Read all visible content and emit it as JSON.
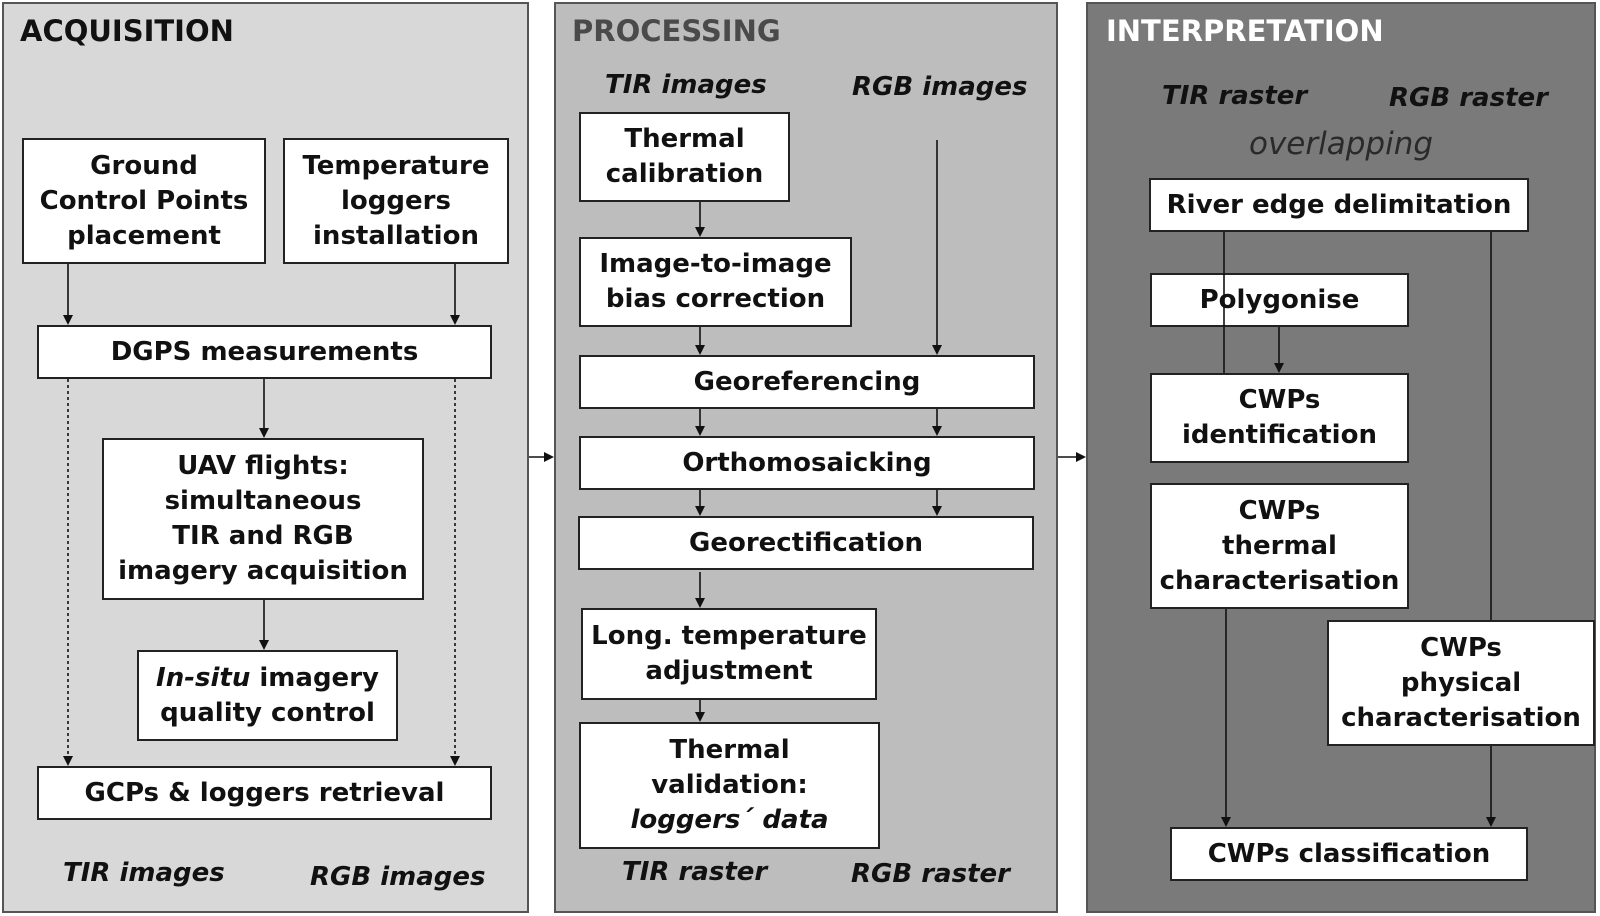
{
  "acquisition": {
    "title": "ACQUISITION",
    "gcp_box": [
      "Ground",
      "Control Points",
      "placement"
    ],
    "loggers_box": [
      "Temperature",
      "loggers",
      "installation"
    ],
    "dgps": "DGPS measurements",
    "uav": [
      "UAV flights:",
      "simultaneous",
      "TIR and RGB",
      "imagery acquisition"
    ],
    "insitu": {
      "italic": "In-situ",
      "rest": " imagery",
      "line2": "quality control"
    },
    "retrieval": "GCPs & loggers retrieval",
    "out_tir": "TIR images",
    "out_rgb": "RGB images"
  },
  "processing": {
    "title": "PROCESSING",
    "in_tir": "TIR images",
    "in_rgb": "RGB images",
    "thermal_cal": [
      "Thermal",
      "calibration"
    ],
    "bias": [
      "Image-to-image",
      "bias correction"
    ],
    "georef": "Georeferencing",
    "ortho": "Orthomosaicking",
    "georect": "Georectification",
    "long_temp": [
      "Long. temperature",
      "adjustment"
    ],
    "validation": [
      "Thermal",
      "validation:",
      "loggers´ data"
    ],
    "out_tir": "TIR raster",
    "out_rgb": "RGB raster"
  },
  "interpretation": {
    "title": "INTERPRETATION",
    "in_tir": "TIR raster",
    "in_rgb": "RGB raster",
    "overlapping": "overlapping",
    "river_edge": "River edge delimitation",
    "polygonise": "Polygonise",
    "cwp_id": [
      "CWPs",
      "identification"
    ],
    "cwp_thermal": [
      "CWPs",
      "thermal",
      "characterisation"
    ],
    "cwp_physical": [
      "CWPs",
      "physical",
      "characterisation"
    ],
    "cwp_class": "CWPs classification"
  },
  "colors": {
    "acquisition_bg": "#d8d8d8",
    "processing_bg": "#bdbdbd",
    "interpretation_bg": "#7a7a7a",
    "processing_title": "#4a4a4a",
    "interpretation_title": "#ffffff"
  }
}
